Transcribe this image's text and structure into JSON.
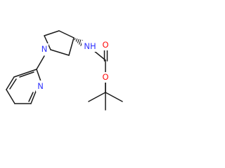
{
  "molecule": {
    "atoms": {
      "amine_nh": {
        "symbol": "NH",
        "color": "#2f32ff"
      },
      "pyrrolidine_n": {
        "symbol": "N",
        "color": "#2f32ff"
      },
      "pyridine_n": {
        "symbol": "N",
        "color": "#2f32ff"
      },
      "carbonyl_o": {
        "symbol": "O",
        "color": "#ff0d0d"
      },
      "ester_o": {
        "symbol": "O",
        "color": "#ff0d0d"
      }
    },
    "bond_color": "#1a1a1a"
  }
}
